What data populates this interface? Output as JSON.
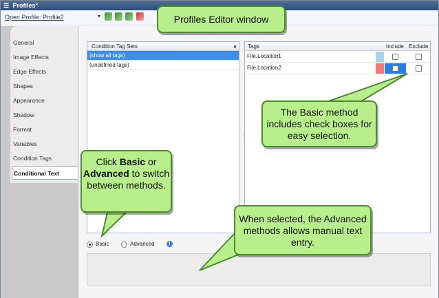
{
  "window": {
    "title": "Profiles*"
  },
  "toolbar": {
    "open_profile_label": "Open Profile: Profile2",
    "icons": [
      "save-icon",
      "save-as-icon",
      "save-all-icon",
      "delete-icon"
    ]
  },
  "sidebar": {
    "items": [
      {
        "label": "General"
      },
      {
        "label": "Image Effects"
      },
      {
        "label": "Edge Effects"
      },
      {
        "label": "Shapes"
      },
      {
        "label": "Appearance"
      },
      {
        "label": "Shadow"
      },
      {
        "label": "Format"
      },
      {
        "label": "Variables"
      },
      {
        "label": "Condition Tags"
      },
      {
        "label": "Conditional Text"
      }
    ],
    "active_index": 9
  },
  "condition_tag_sets": {
    "header": "Condition Tag Sets",
    "rows": [
      "(show all tags)",
      "(undefined tags)"
    ],
    "selected_index": 0
  },
  "tags_table": {
    "headers": {
      "tags": "Tags",
      "include": "Include",
      "exclude": "Exclude"
    },
    "rows": [
      {
        "name": "File.Location1",
        "color": "#a8d4e8"
      },
      {
        "name": "File.Location2",
        "color": "#ee7a7a"
      }
    ]
  },
  "method": {
    "basic_label": "Basic",
    "advanced_label": "Advanced",
    "selected": "Basic"
  },
  "callouts": {
    "title": "Profiles Editor window",
    "basic_method": "The Basic method includes check boxes for easy selection.",
    "switch_pre": "Click ",
    "switch_basic": "Basic",
    "switch_or": " or ",
    "switch_advanced": "Advanced",
    "switch_post": " to switch between methods.",
    "advanced_method": "When selected, the Advanced methods allows manual text entry."
  },
  "colors": {
    "callout_fill": "#b8ef8c",
    "callout_border": "#4d8a2e",
    "selection_blue": "#3e8ee8"
  }
}
